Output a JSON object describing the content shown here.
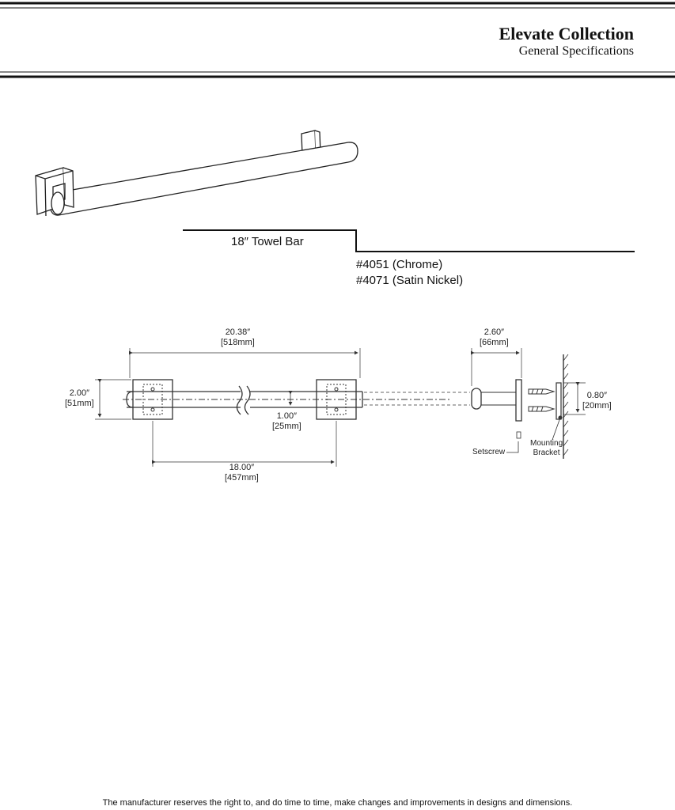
{
  "header": {
    "title": "Elevate Collection",
    "subtitle": "General Specifications"
  },
  "product": {
    "name": "18″ Towel Bar",
    "skus": [
      "#4051 (Chrome)",
      "#4071 (Satin Nickel)"
    ]
  },
  "dimensions": {
    "overall_length": {
      "in": "20.38″",
      "mm": "[518mm]"
    },
    "center_to_center": {
      "in": "18.00″",
      "mm": "[457mm]"
    },
    "flange_height": {
      "in": "2.00″",
      "mm": "[51mm]"
    },
    "bar_diameter": {
      "in": "1.00″",
      "mm": "[25mm]"
    },
    "projection": {
      "in": "2.60″",
      "mm": "[66mm]"
    },
    "bracket_depth": {
      "in": "0.80″",
      "mm": "[20mm]"
    }
  },
  "callouts": {
    "setscrew": "Setscrew",
    "mounting_bracket_line1": "Mounting",
    "mounting_bracket_line2": "Bracket"
  },
  "footer": "The manufacturer reserves the right to, and do time to time, make changes and improvements in designs and dimensions."
}
